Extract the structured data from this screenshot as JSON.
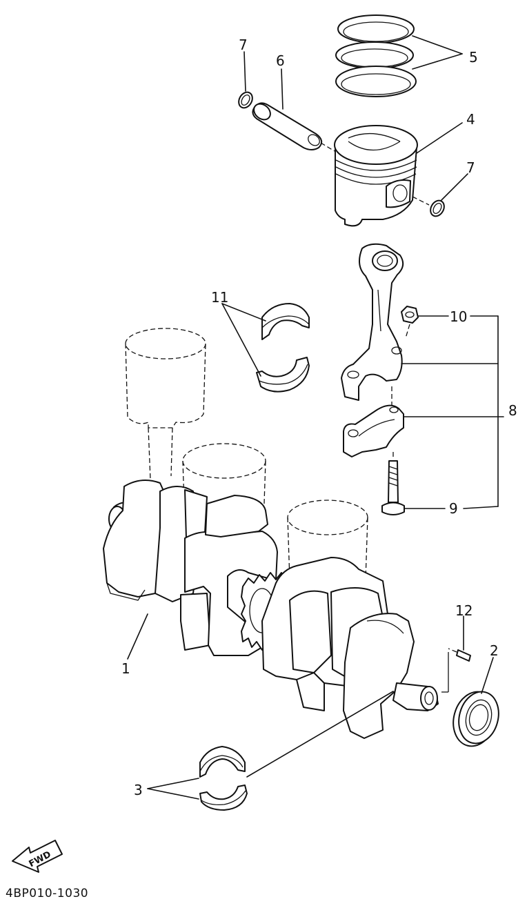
{
  "diagram_code": "4BP010-1030",
  "direction_badge": "FWD",
  "callouts": {
    "c1": "1",
    "c2": "2",
    "c3": "3",
    "c4": "4",
    "c5": "5",
    "c6": "6",
    "c7_top": "7",
    "c7_right": "7",
    "c8": "8",
    "c9": "9",
    "c10": "10",
    "c11": "11",
    "c12": "12"
  }
}
